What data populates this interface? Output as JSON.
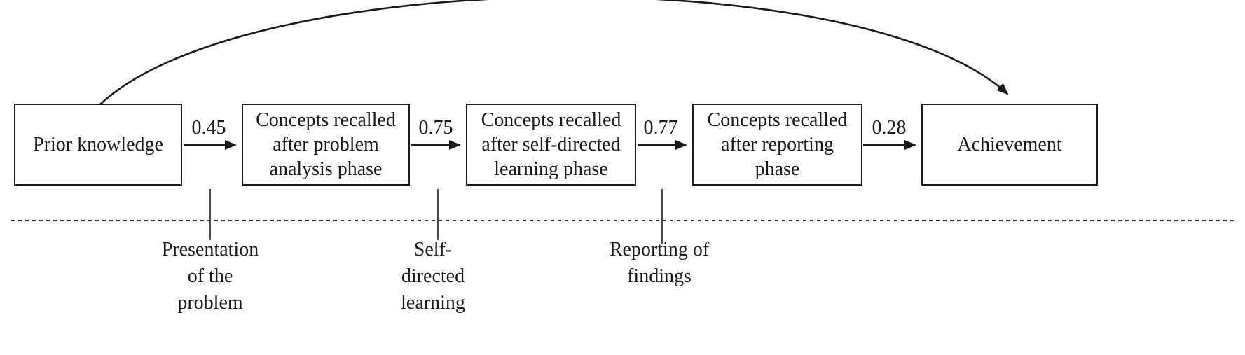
{
  "diagram": {
    "title_hint": "Path model of concept recall across problem-based learning phases",
    "boxes": [
      {
        "id": "prior-knowledge",
        "label": "Prior knowledge"
      },
      {
        "id": "recall-problem-analysis",
        "label": "Concepts recalled\nafter problem\nanalysis phase"
      },
      {
        "id": "recall-self-directed",
        "label": "Concepts recalled\nafter self-directed\nlearning phase"
      },
      {
        "id": "recall-reporting",
        "label": "Concepts recalled\nafter reporting\nphase"
      },
      {
        "id": "achievement",
        "label": "Achievement"
      }
    ],
    "path_coefficients": [
      "0.45",
      "0.75",
      "0.77",
      "0.28"
    ],
    "edges": [
      {
        "from": "Prior knowledge",
        "to": "Concepts recalled after problem analysis phase",
        "value": "0.45"
      },
      {
        "from": "Concepts recalled after problem analysis phase",
        "to": "Concepts recalled after self-directed learning phase",
        "value": "0.75"
      },
      {
        "from": "Concepts recalled after self-directed learning phase",
        "to": "Concepts recalled after reporting phase",
        "value": "0.77"
      },
      {
        "from": "Concepts recalled after reporting phase",
        "to": "Achievement",
        "value": "0.28"
      },
      {
        "from": "Prior knowledge",
        "to": "Achievement",
        "value": "",
        "style": "curved-top"
      }
    ],
    "timeline_phases": [
      {
        "label": "Presentation\nof the\nproblem"
      },
      {
        "label": "Self-\ndirected\nlearning"
      },
      {
        "label": "Reporting of\nfindings"
      }
    ],
    "colors": {
      "stroke": "#1a1a1a",
      "background": "#ffffff"
    }
  }
}
